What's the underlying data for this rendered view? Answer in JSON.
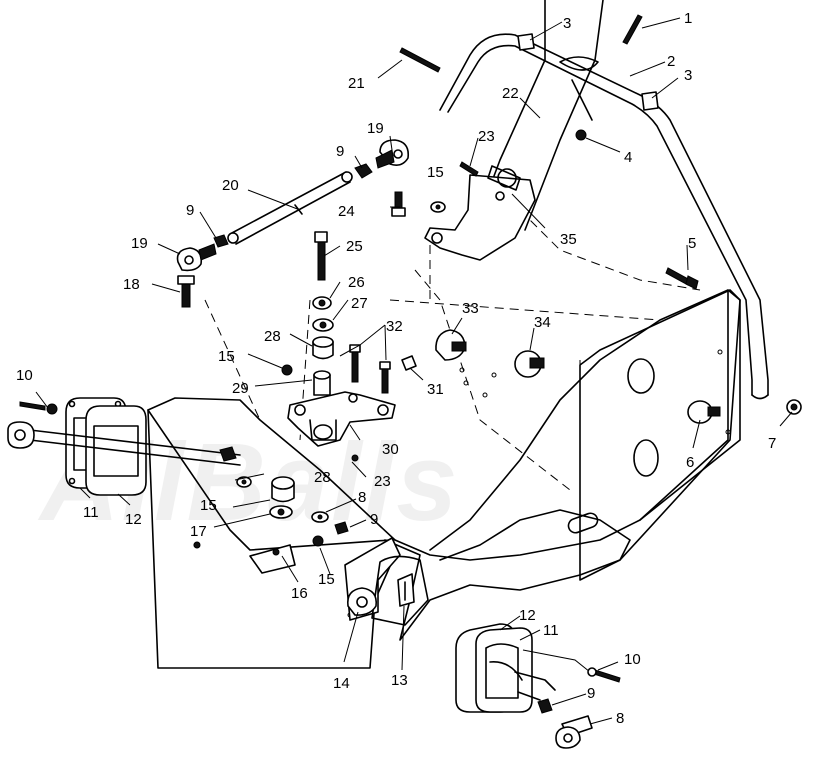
{
  "watermark": {
    "text": "AllBalls"
  },
  "callouts": [
    {
      "id": "c1",
      "label": "1"
    },
    {
      "id": "c2",
      "label": "2"
    },
    {
      "id": "c3a",
      "label": "3"
    },
    {
      "id": "c3b",
      "label": "3"
    },
    {
      "id": "c4",
      "label": "4"
    },
    {
      "id": "c5",
      "label": "5"
    },
    {
      "id": "c6",
      "label": "6"
    },
    {
      "id": "c7",
      "label": "7"
    },
    {
      "id": "c8a",
      "label": "8"
    },
    {
      "id": "c8b",
      "label": "8"
    },
    {
      "id": "c9a",
      "label": "9"
    },
    {
      "id": "c9b",
      "label": "9"
    },
    {
      "id": "c9c",
      "label": "9"
    },
    {
      "id": "c9d",
      "label": "9"
    },
    {
      "id": "c10a",
      "label": "10"
    },
    {
      "id": "c10b",
      "label": "10"
    },
    {
      "id": "c11a",
      "label": "11"
    },
    {
      "id": "c11b",
      "label": "11"
    },
    {
      "id": "c12a",
      "label": "12"
    },
    {
      "id": "c12b",
      "label": "12"
    },
    {
      "id": "c13",
      "label": "13"
    },
    {
      "id": "c14",
      "label": "14"
    },
    {
      "id": "c15a",
      "label": "15"
    },
    {
      "id": "c15b",
      "label": "15"
    },
    {
      "id": "c15c",
      "label": "15"
    },
    {
      "id": "c15d",
      "label": "15"
    },
    {
      "id": "c16",
      "label": "16"
    },
    {
      "id": "c17",
      "label": "17"
    },
    {
      "id": "c18",
      "label": "18"
    },
    {
      "id": "c19a",
      "label": "19"
    },
    {
      "id": "c19b",
      "label": "19"
    },
    {
      "id": "c20",
      "label": "20"
    },
    {
      "id": "c21",
      "label": "21"
    },
    {
      "id": "c22",
      "label": "22"
    },
    {
      "id": "c23a",
      "label": "23"
    },
    {
      "id": "c23b",
      "label": "23"
    },
    {
      "id": "c24",
      "label": "24"
    },
    {
      "id": "c25",
      "label": "25"
    },
    {
      "id": "c26",
      "label": "26"
    },
    {
      "id": "c27",
      "label": "27"
    },
    {
      "id": "c28a",
      "label": "28"
    },
    {
      "id": "c28b",
      "label": "28"
    },
    {
      "id": "c29",
      "label": "29"
    },
    {
      "id": "c30",
      "label": "30"
    },
    {
      "id": "c31",
      "label": "31"
    },
    {
      "id": "c32",
      "label": "32"
    },
    {
      "id": "c33",
      "label": "33"
    },
    {
      "id": "c34",
      "label": "34"
    },
    {
      "id": "c35",
      "label": "35"
    }
  ]
}
